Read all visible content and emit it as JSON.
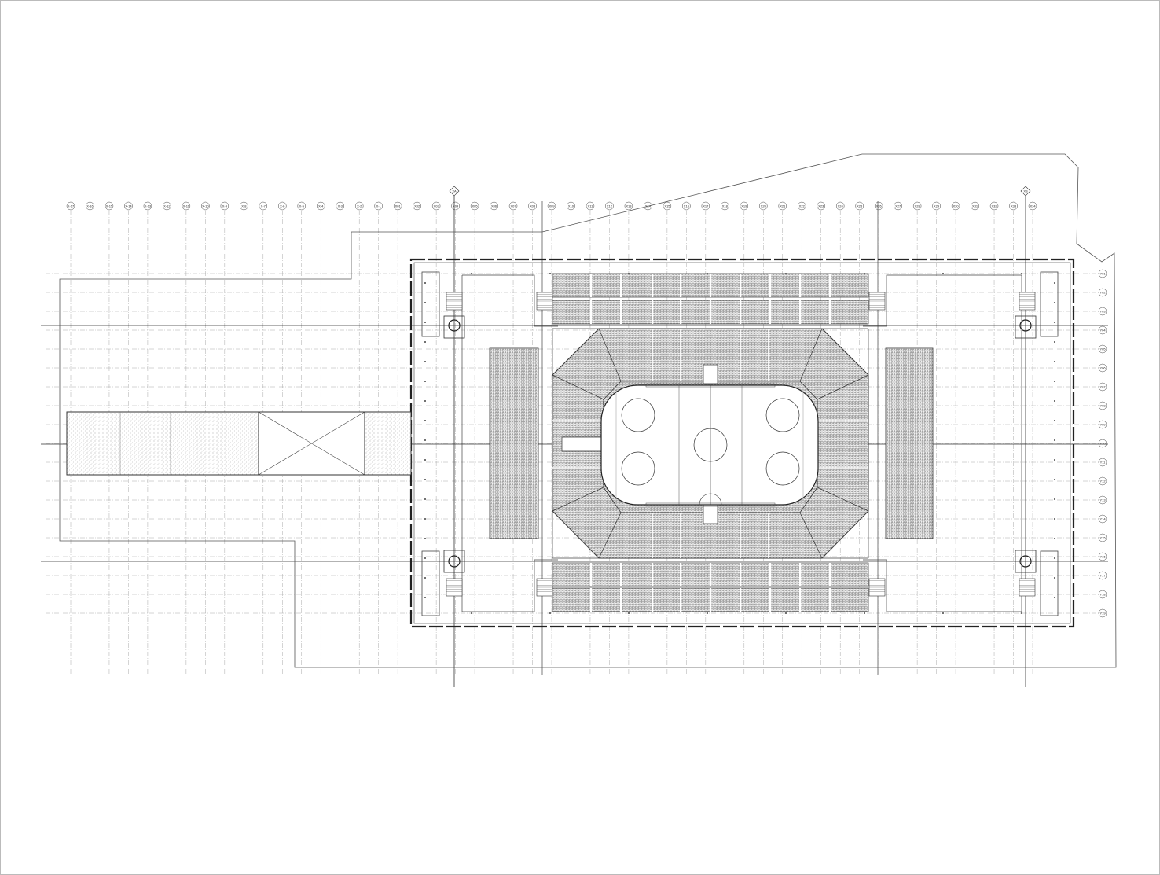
{
  "colors": {
    "line": "#333333",
    "grid": "#a8a8a8",
    "seat": "#555555",
    "hatch": "#bdbdbd",
    "paper": "#ffffff"
  },
  "grid": {
    "x_labels": [
      "X-17",
      "X-16",
      "X-15",
      "X-14",
      "X-13",
      "X-12",
      "X-11",
      "X-10",
      "X-9",
      "X-8",
      "X-7",
      "X-6",
      "X-5",
      "X-4",
      "X-3",
      "X-2",
      "X-1",
      "X01",
      "X02",
      "X03",
      "X04",
      "X05",
      "X06",
      "X07",
      "X08",
      "X09",
      "X10",
      "X11",
      "X12",
      "X13",
      "X14",
      "X15",
      "X16",
      "X17",
      "X18",
      "X19",
      "X20",
      "X21",
      "X22",
      "X23",
      "X24",
      "X25",
      "X26",
      "X27",
      "X28",
      "X29",
      "X30",
      "X31",
      "X32",
      "X33",
      "X34"
    ],
    "y_labels": [
      "Y01",
      "Y02",
      "Y03",
      "Y04",
      "Y05",
      "Y06",
      "Y07",
      "Y08",
      "Y09",
      "Y10",
      "Y11",
      "Y12",
      "Y13",
      "Y14",
      "Y15",
      "Y16",
      "Y17",
      "Y18",
      "Y19"
    ],
    "main_axes": [
      "XA",
      "XB"
    ]
  },
  "rink": {
    "faceoff_circles": 4,
    "center_circle": true
  }
}
